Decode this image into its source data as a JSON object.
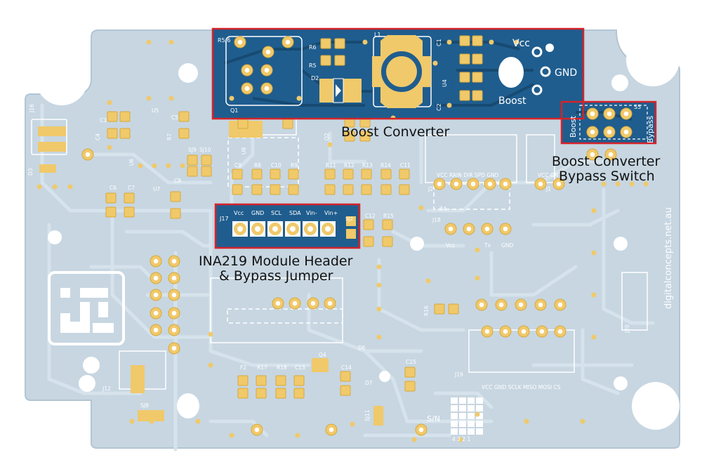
{
  "colors": {
    "board": "#c7d6e1",
    "board_edge": "#b3c5d3",
    "trace": "#d6e3ec",
    "pad": "#f0c96a",
    "pad_edge": "#d9a93a",
    "hole": "#ffffff",
    "copper_blue": "#1f5d8e",
    "copper_blue_dark": "#174a72",
    "silk": "#ffffff",
    "highlight": "#d5232a",
    "logo": "#ffffff"
  },
  "captions": {
    "boost": "Boost Converter",
    "bypass_switch": [
      "Boost Converter",
      "Bypass Switch"
    ],
    "ina": [
      "INA219 Module Header",
      "& Bypass Jumper"
    ]
  },
  "boost_labels": {
    "r56": "R5/6",
    "l1": "L1",
    "r6": "R6",
    "r5": "R5",
    "d2": "D2",
    "q1": "Q1",
    "c1": "C1",
    "c2": "C2",
    "u4": "U4",
    "vcc": "Vcc",
    "gnd": "GND",
    "boost": "Boost"
  },
  "switch_labels": {
    "s5": "S5",
    "boost": "Boost",
    "bypass": "Bypass"
  },
  "header_labels": {
    "j17": "J17",
    "sj2": "SJ2",
    "pins": [
      "Vcc",
      "GND",
      "SCL",
      "SDA",
      "Vin-",
      "Vin+"
    ]
  },
  "silk_labels": {
    "j16": "J16",
    "d3": "D3",
    "c3": "C3",
    "c4": "C4",
    "u5": "U5",
    "c5": "C5",
    "r7": "R7",
    "u6": "U6",
    "sj9": "SJ9",
    "sj10": "SJ10",
    "u8": "U8",
    "c9": "C9",
    "r8": "R8",
    "c10": "C10",
    "r9": "R9",
    "q2": "Q2",
    "r11": "R11",
    "r12": "R12",
    "r13": "R13",
    "r14": "R14",
    "c11": "C11",
    "c6": "C6",
    "c7": "C7",
    "u7": "U7",
    "c8": "C8",
    "j2_pins": "VCC RAIN DIR SPD GND",
    "j2": "J2",
    "j1_pins": "VCC GN",
    "j1": "J1",
    "r4": "R4",
    "j18": "J18",
    "j18_vcc": "Vcc",
    "j18_tx": "Tx",
    "j18_gnd": "GND",
    "c12": "C12",
    "r15": "R15",
    "r16": "R16",
    "q4": "Q4",
    "d6": "D6",
    "f2": "F2",
    "r17": "R17",
    "r18": "R18",
    "c13": "C13",
    "c14": "C14",
    "c15": "C15",
    "d7": "D7",
    "sj11": "SJ11",
    "j12": "J12",
    "sj8": "SJ8",
    "j19": "J19",
    "j19_pins": "VCC GND SCLK MISO MOSI CS",
    "sn": "S/N",
    "sn_digits": "4 3 2 1",
    "j20": "J20",
    "website": "digitalconcepts.net.au"
  }
}
